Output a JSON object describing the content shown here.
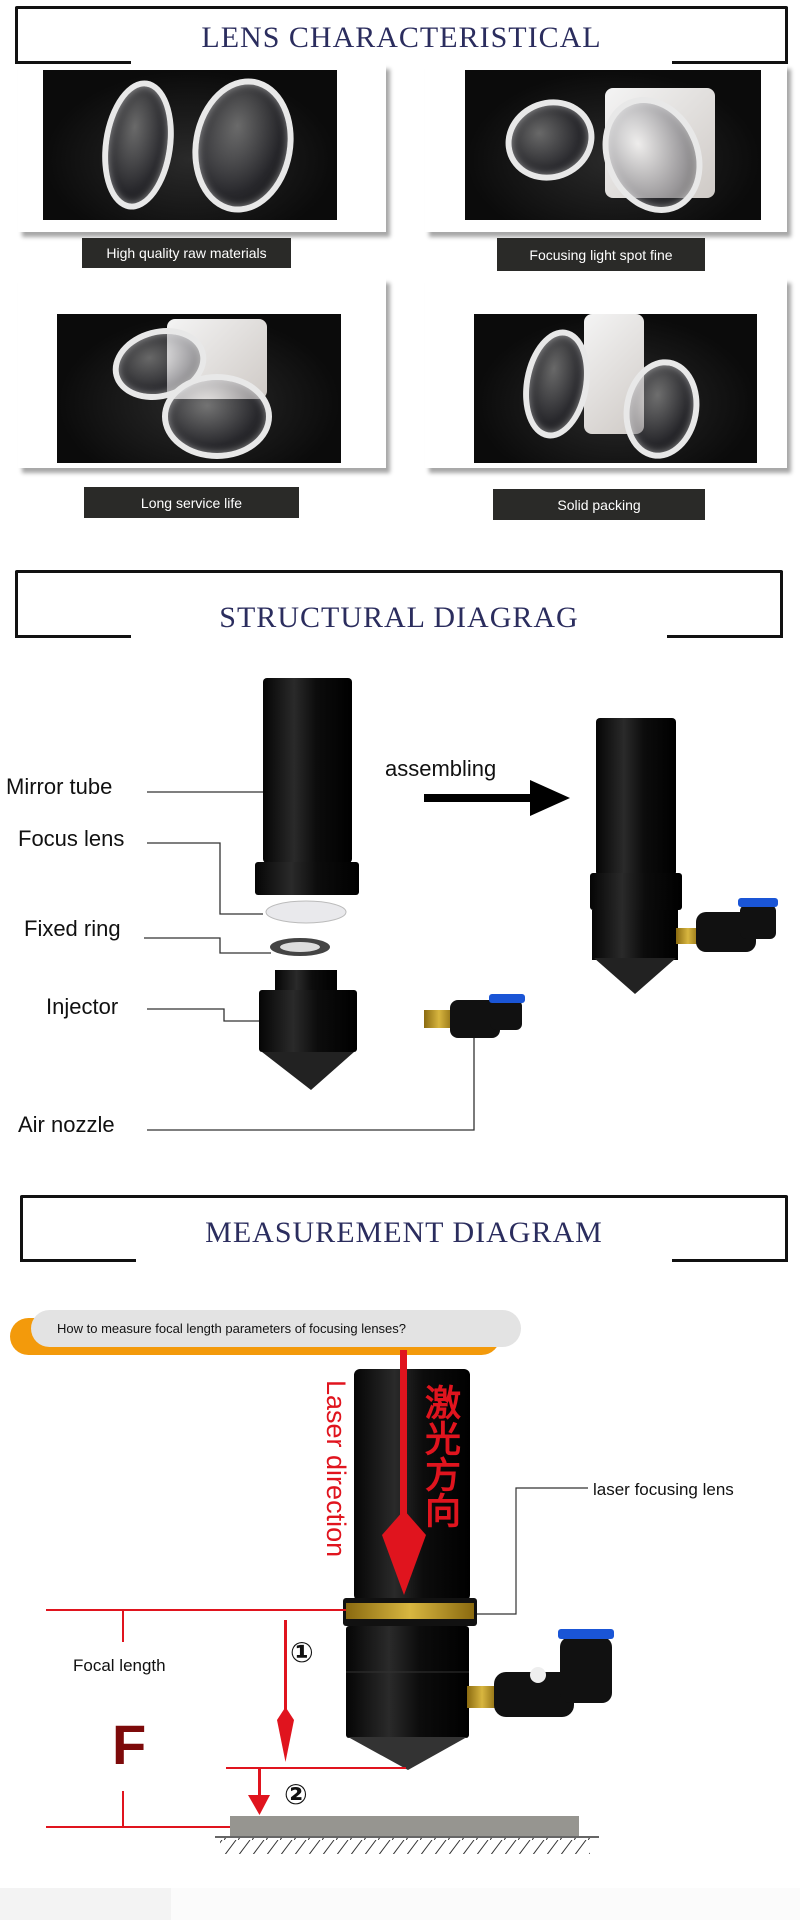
{
  "sections": {
    "characteristics": {
      "title": "LENS CHARACTERISTICAL",
      "items": [
        {
          "label": "High quality raw materials"
        },
        {
          "label": "Focusing light spot fine"
        },
        {
          "label": "Long service life"
        },
        {
          "label": "Solid packing"
        }
      ]
    },
    "structural": {
      "title": "STRUCTURAL DIAGRAG",
      "parts": {
        "mirror_tube": "Mirror tube",
        "focus_lens": "Focus lens",
        "fixed_ring": "Fixed ring",
        "injector": "Injector",
        "air_nozzle": "Air nozzle"
      },
      "assembling": "assembling"
    },
    "measurement": {
      "title": "MEASUREMENT DIAGRAM",
      "question": "How to measure focal length parameters of focusing lenses?",
      "laser_direction": "Laser direction",
      "laser_direction_cn": "激光方向",
      "laser_focusing_lens": "laser focusing lens",
      "focal_length": "Focal length",
      "f_symbol": "F",
      "step1": "①",
      "step2": "②"
    }
  },
  "colors": {
    "title": "#2b2d5e",
    "red": "#e0141e",
    "orange": "#f39a0b"
  }
}
